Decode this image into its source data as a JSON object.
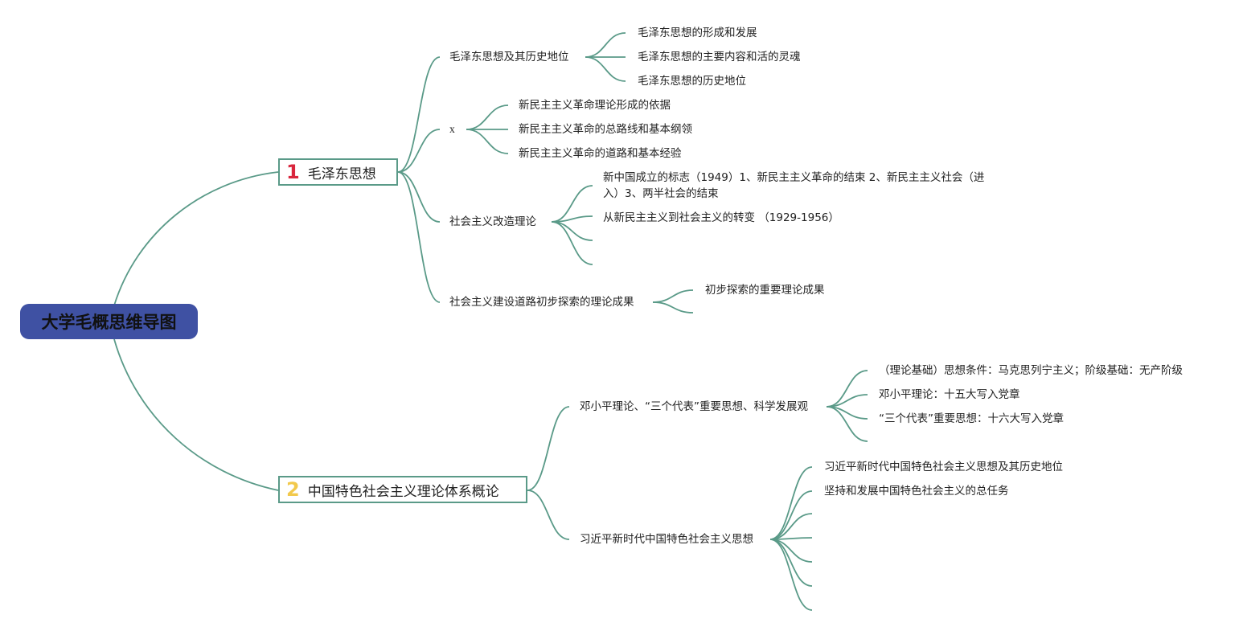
{
  "root": {
    "label": "大学毛概思维导图"
  },
  "topic1": {
    "number": "1",
    "label": "毛泽东思想",
    "number_color": "#d9263d",
    "branches": [
      {
        "label": "毛泽东思想及其历史地位",
        "children": [
          "毛泽东思想的形成和发展",
          "毛泽东思想的主要内容和活的灵魂",
          "毛泽东思想的历史地位"
        ]
      },
      {
        "label": "x",
        "children": [
          "新民主主义革命理论形成的依据",
          "新民主主义革命的总路线和基本纲领",
          "新民主主义革命的道路和基本经验"
        ]
      },
      {
        "label": "社会主义改造理论",
        "children": [
          "新中国成立的标志（1949）1、新民主主义革命的结束 2、新民主主义社会（进入）3、两半社会的结束",
          "从新民主主义到社会主义的转变 （1929-1956）"
        ]
      },
      {
        "label": "社会主义建设道路初步探索的理论成果",
        "children": [
          "初步探索的重要理论成果"
        ]
      }
    ]
  },
  "topic2": {
    "number": "2",
    "label": "中国特色社会主义理论体系概论",
    "number_color": "#f2c94c",
    "branches": [
      {
        "label": "邓小平理论、“三个代表”重要思想、科学发展观",
        "children": [
          "（理论基础）思想条件：马克思列宁主义；阶级基础：无产阶级",
          "邓小平理论：十五大写入党章",
          "“三个代表”重要思想：十六大写入党章"
        ]
      },
      {
        "label": "习近平新时代中国特色社会主义思想",
        "children": [
          "习近平新时代中国特色社会主义思想及其历史地位",
          "坚持和发展中国特色社会主义的总任务"
        ]
      }
    ]
  },
  "colors": {
    "line": "#5a9a88",
    "root_bg": "#3f51a3",
    "topic_border": "#5a9a88"
  }
}
